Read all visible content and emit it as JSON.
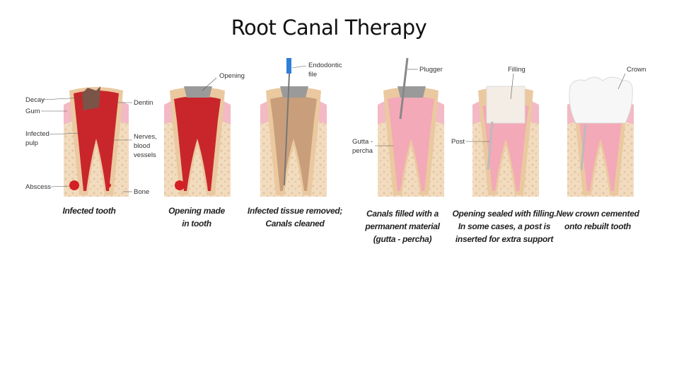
{
  "title": "Root Canal Therapy",
  "stages": [
    {
      "caption": [
        "Infected tooth"
      ],
      "labels": {
        "decay": "Decay",
        "gum": "Gum",
        "infected_pulp": [
          "Infected",
          "pulp"
        ],
        "abscess": "Abscess",
        "dentin": "Dentin",
        "nerves": [
          "Nerves,",
          "blood",
          "vessels"
        ],
        "bone": "Bone"
      }
    },
    {
      "caption": [
        "Opening made",
        "in tooth"
      ],
      "labels": {
        "opening": "Opening"
      }
    },
    {
      "caption": [
        "Infected tissue removed;",
        "Canals cleaned"
      ],
      "labels": {
        "file": [
          "Endodontic",
          "file"
        ]
      }
    },
    {
      "caption": [
        "Canals filled with a",
        "permanent material",
        "(gutta - percha)"
      ],
      "labels": {
        "plugger": "Plugger",
        "gutta": [
          "Gutta -",
          "percha"
        ]
      }
    },
    {
      "caption": [
        "Opening sealed with filling.",
        "In some cases, a post is",
        "inserted for extra support"
      ],
      "labels": {
        "filling": "Filling",
        "post": "Post"
      }
    },
    {
      "caption": [
        "New crown cemented",
        "onto rebuilt tooth"
      ],
      "labels": {
        "crown": "Crown"
      }
    }
  ],
  "colors": {
    "bone": "#f2dcc0",
    "gum": "#f3b9c4",
    "dentin": "#e9cfa7",
    "pulp_infected": "#c8262b",
    "canal_clean": "#c89f7a",
    "gutta": "#f3a9b7",
    "filling": "#f4ede6",
    "crown": "#f7f7f7",
    "enamel": "#d9d9d9"
  }
}
